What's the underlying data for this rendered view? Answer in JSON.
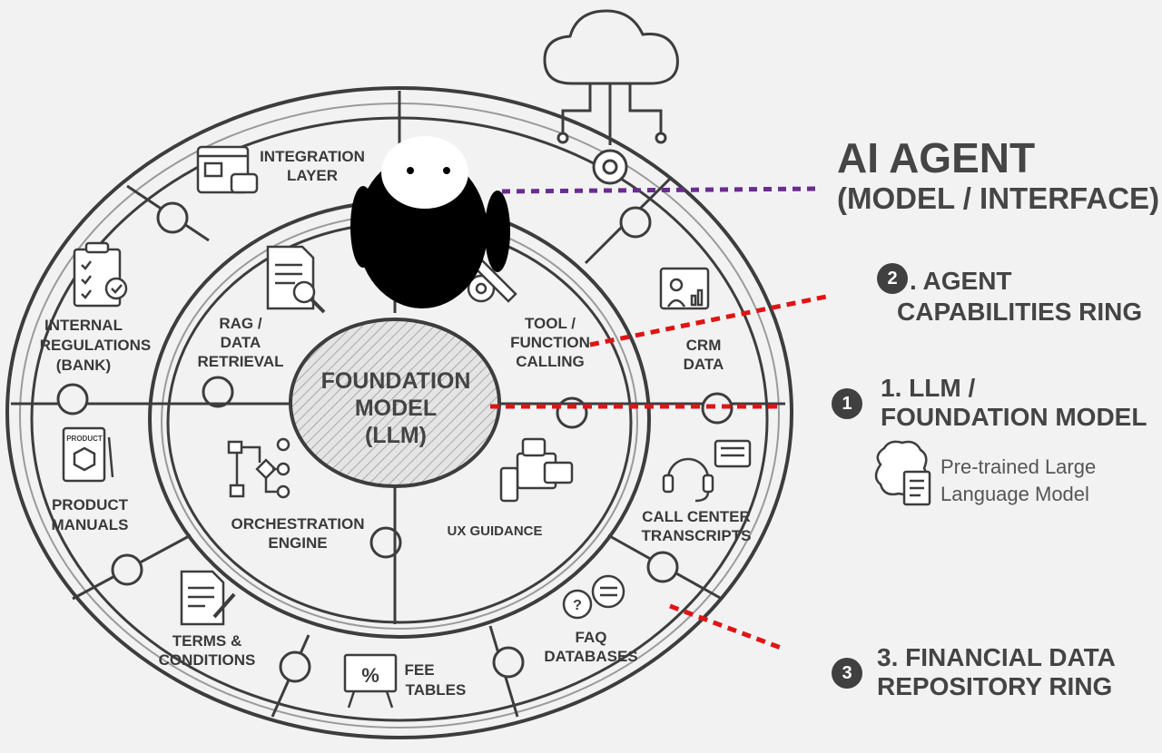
{
  "center": {
    "lines": [
      "FOUNDATION",
      "MODEL",
      "(LLM)"
    ]
  },
  "inner_ring": {
    "rag": [
      "RAG /",
      "DATA",
      "RETRIEVAL"
    ],
    "tool": [
      "TOOL /",
      "FUNCTION",
      "CALLING"
    ],
    "orchestration": [
      "ORCHESTRATION",
      "ENGINE"
    ],
    "ux": "UX GUIDANCE"
  },
  "outer_ring": {
    "integration": [
      "INTEGRATION",
      "LAYER"
    ],
    "regulations": [
      "INTERNAL",
      "REGULATIONS",
      "(BANK)"
    ],
    "product_manual_icon_text": "PRODUCT",
    "manuals": [
      "PRODUCT",
      "MANUALS"
    ],
    "terms": [
      "TERMS &",
      "CONDITIONS"
    ],
    "fees": [
      "FEE",
      "TABLES"
    ],
    "faq": [
      "FAQ",
      "DATABASES"
    ],
    "callcenter": [
      "CALL CENTER",
      "TRANSCRIPTS"
    ],
    "crm": [
      "CRM",
      "DATA"
    ],
    "fee_icon_text": "%"
  },
  "legend": {
    "title": "AI AGENT",
    "subtitle": "(MODEL / INTERFACE)",
    "item2": {
      "badge": "2",
      "line1": ". AGENT",
      "line2": "CAPABILITIES RING"
    },
    "item1": {
      "badge": "1",
      "line1": "1. LLM /",
      "line2": "FOUNDATION MODEL",
      "desc1": "Pre-trained Large",
      "desc2": "Language Model"
    },
    "item3": {
      "badge": "3",
      "line1": "3. FINANCIAL DATA",
      "line2": "REPOSITORY RING"
    }
  },
  "colors": {
    "agent_connector": "#6a2c91",
    "ring_connector": "#e01414",
    "line": "#3d3d3d",
    "background": "#f2f2f2"
  },
  "icons": [
    "cloud-gear-icon",
    "browser-chat-icon",
    "clipboard-badge-icon",
    "document-search-icon",
    "wrench-gear-icon",
    "presenter-chart-icon",
    "flowchart-icon",
    "devices-chat-icon",
    "product-box-icon",
    "headset-chat-icon",
    "contract-pen-icon",
    "faq-bubbles-icon",
    "percent-board-icon",
    "brain-document-icon",
    "agent-mascot-icon"
  ]
}
